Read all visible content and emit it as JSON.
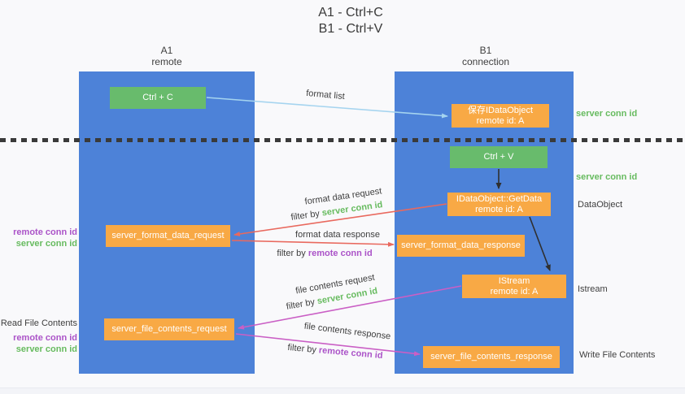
{
  "title": {
    "line1": "A1 - Ctrl+C",
    "line2": "B1 - Ctrl+V"
  },
  "lanes": {
    "a1": {
      "title": "A1",
      "subtitle": "remote"
    },
    "b1": {
      "title": "B1",
      "subtitle": "connection"
    }
  },
  "nodes": {
    "ctrl_c": {
      "label": "Ctrl + C"
    },
    "ctrl_v": {
      "label": "Ctrl + V"
    },
    "save_dataobject": {
      "line1": "保存IDataObject",
      "line2": "remote id: A"
    },
    "getdata": {
      "line1": "IDataObject::GetData",
      "line2": "remote id: A"
    },
    "istream": {
      "line1": "IStream",
      "line2": "remote id: A"
    },
    "format_request": {
      "label": "server_format_data_request"
    },
    "format_response": {
      "label": "server_format_data_response"
    },
    "file_request": {
      "label": "server_file_contents_request"
    },
    "file_response": {
      "label": "server_file_contents_response"
    }
  },
  "edge_labels": {
    "format_list": "format list",
    "format_data_request": "format data request",
    "format_data_response": "format data response",
    "file_contents_request": "file contents request",
    "file_contents_response": "file contents response",
    "filter_by": "filter by ",
    "server_conn_id": "server conn id",
    "remote_conn_id": "remote conn id"
  },
  "side_labels": {
    "right": {
      "server_conn_id_top": "server conn id",
      "server_conn_id_mid": "server conn id",
      "dataobject": "DataObject",
      "istream": "Istream",
      "write_file_contents": "Write File Contents"
    },
    "left": {
      "remote_conn_id_1": "remote conn id",
      "server_conn_id_1": "server conn id",
      "read_file_contents": "Read File Contents",
      "remote_conn_id_2": "remote conn id",
      "server_conn_id_2": "server conn id"
    }
  },
  "colors": {
    "lane_blue": "#4d82d8",
    "node_green": "#68bb6c",
    "node_orange": "#f8a945",
    "arrow_light_blue": "#a5d4ef",
    "arrow_black": "#2f2f2f",
    "arrow_red": "#e9695e",
    "arrow_magenta": "#ca5fc5",
    "text_green": "#67bb5f",
    "text_purple": "#ab53c8",
    "text_dark": "#3e3e3e",
    "background": "#f9f9fb"
  }
}
